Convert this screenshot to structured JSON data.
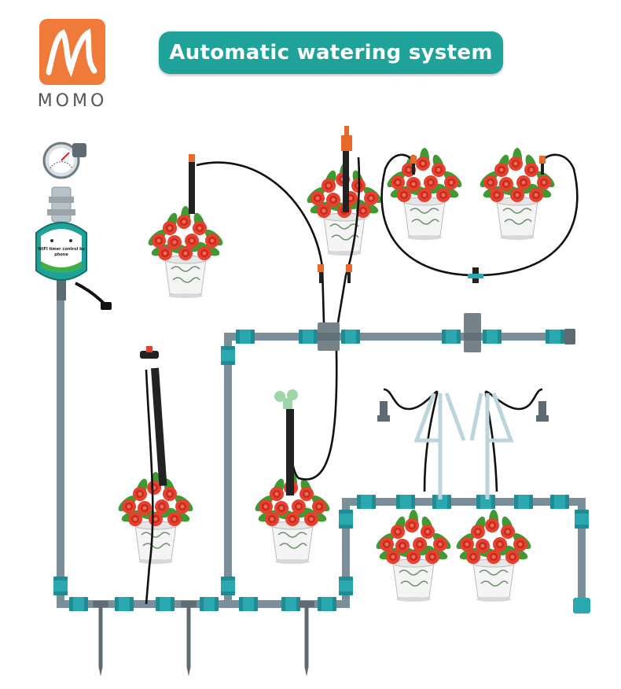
{
  "brand": {
    "name": "MOMO",
    "logo_color": "#f07a3a"
  },
  "banner": {
    "title": "Automatic watering system",
    "color": "#1fa29a"
  },
  "timer": {
    "line1": "WIFI timer control by",
    "line2": "phone"
  },
  "colors": {
    "pipe": "#7b8f9a",
    "fitting": "#2aa8b0",
    "tubing": "#111111",
    "leaf": "#3f9a32",
    "flower": "#e8402e",
    "pot": "#f4f4f4",
    "emitter": "#e8692a"
  }
}
